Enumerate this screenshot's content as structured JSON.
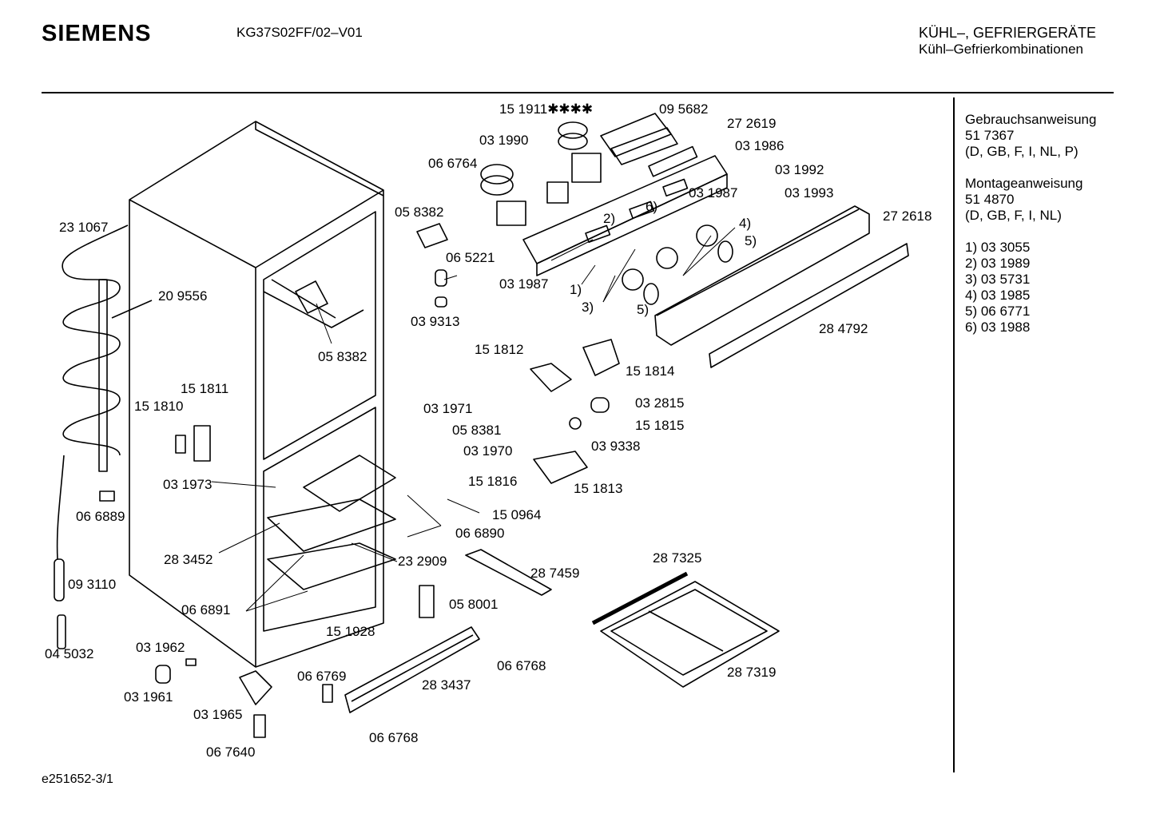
{
  "header": {
    "brand": "SIEMENS",
    "model": "KG37S02FF/02–V01",
    "category_line1": "KÜHL–, GEFRIERGERÄTE",
    "category_line2": "Kühl–Gefrierkombinationen"
  },
  "side_panel": {
    "manual_title": "Gebrauchsanweisung",
    "manual_number": "51 7367",
    "manual_languages": "(D, GB, F, I, NL, P)",
    "install_title": "Montageanweisung",
    "install_number": "51 4870",
    "install_languages": "(D, GB, F, I, NL)",
    "footnotes": [
      "1) 03 3055",
      "2) 03 1989",
      "3) 03 5731",
      "4) 03 1985",
      "5) 06 6771",
      "6) 03 1988"
    ]
  },
  "part_labels": [
    "15 1911✱✱✱✱",
    "09 5682",
    "27 2619",
    "03 1990",
    "03 1986",
    "06 6764",
    "03 1992",
    "03 1987",
    "03 1993",
    "05 8382",
    "6)",
    "2)",
    "4)",
    "27 2618",
    "23 1067",
    "5)",
    "06 5221",
    "03 1987",
    "1)",
    "20 9556",
    "3)",
    "5)",
    "03 9313",
    "28 4792",
    "05 8382",
    "15 1812",
    "15 1814",
    "15 1811",
    "15 1810",
    "03 1971",
    "03 2815",
    "05 8381",
    "15 1815",
    "03 9338",
    "03 1970",
    "15 1816",
    "15 1813",
    "03 1973",
    "15 0964",
    "06 6889",
    "06 6890",
    "28 3452",
    "23 2909",
    "28 7325",
    "28 7459",
    "09 3110",
    "05 8001",
    "06 6891",
    "15 1928",
    "03 1962",
    "06 6768",
    "04 5032",
    "28 7319",
    "06 6769",
    "28 3437",
    "03 1961",
    "03 1965",
    "06 6768",
    "06 7640"
  ],
  "footer": {
    "doc_id": "e251652-3/1"
  }
}
